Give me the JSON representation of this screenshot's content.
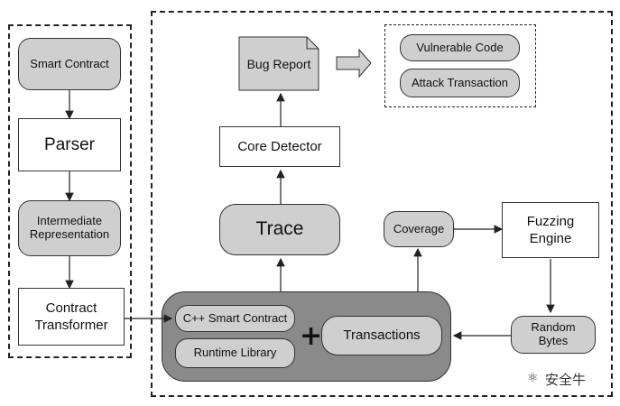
{
  "left_panel": {
    "smart_contract": "Smart Contract",
    "parser": "Parser",
    "intermediate_representation": "Intermediate\nRepresentation",
    "contract_transformer": "Contract\nTransformer"
  },
  "right_panel": {
    "bug_report": "Bug Report",
    "output": {
      "vulnerable_code": "Vulnerable Code",
      "attack_transaction": "Attack Transaction"
    },
    "core_detector": "Core Detector",
    "trace": "Trace",
    "coverage": "Coverage",
    "fuzzing_engine": "Fuzzing\nEngine",
    "random_bytes": "Random\nBytes",
    "cpp_smart_contract": "C++ Smart Contract",
    "runtime_library": "Runtime Library",
    "plus": "+",
    "transactions": "Transactions"
  },
  "watermark": "安全牛",
  "colors": {
    "grey_box": "#cfcfcf",
    "dark_container": "#8a8a8a",
    "border": "#333333"
  }
}
